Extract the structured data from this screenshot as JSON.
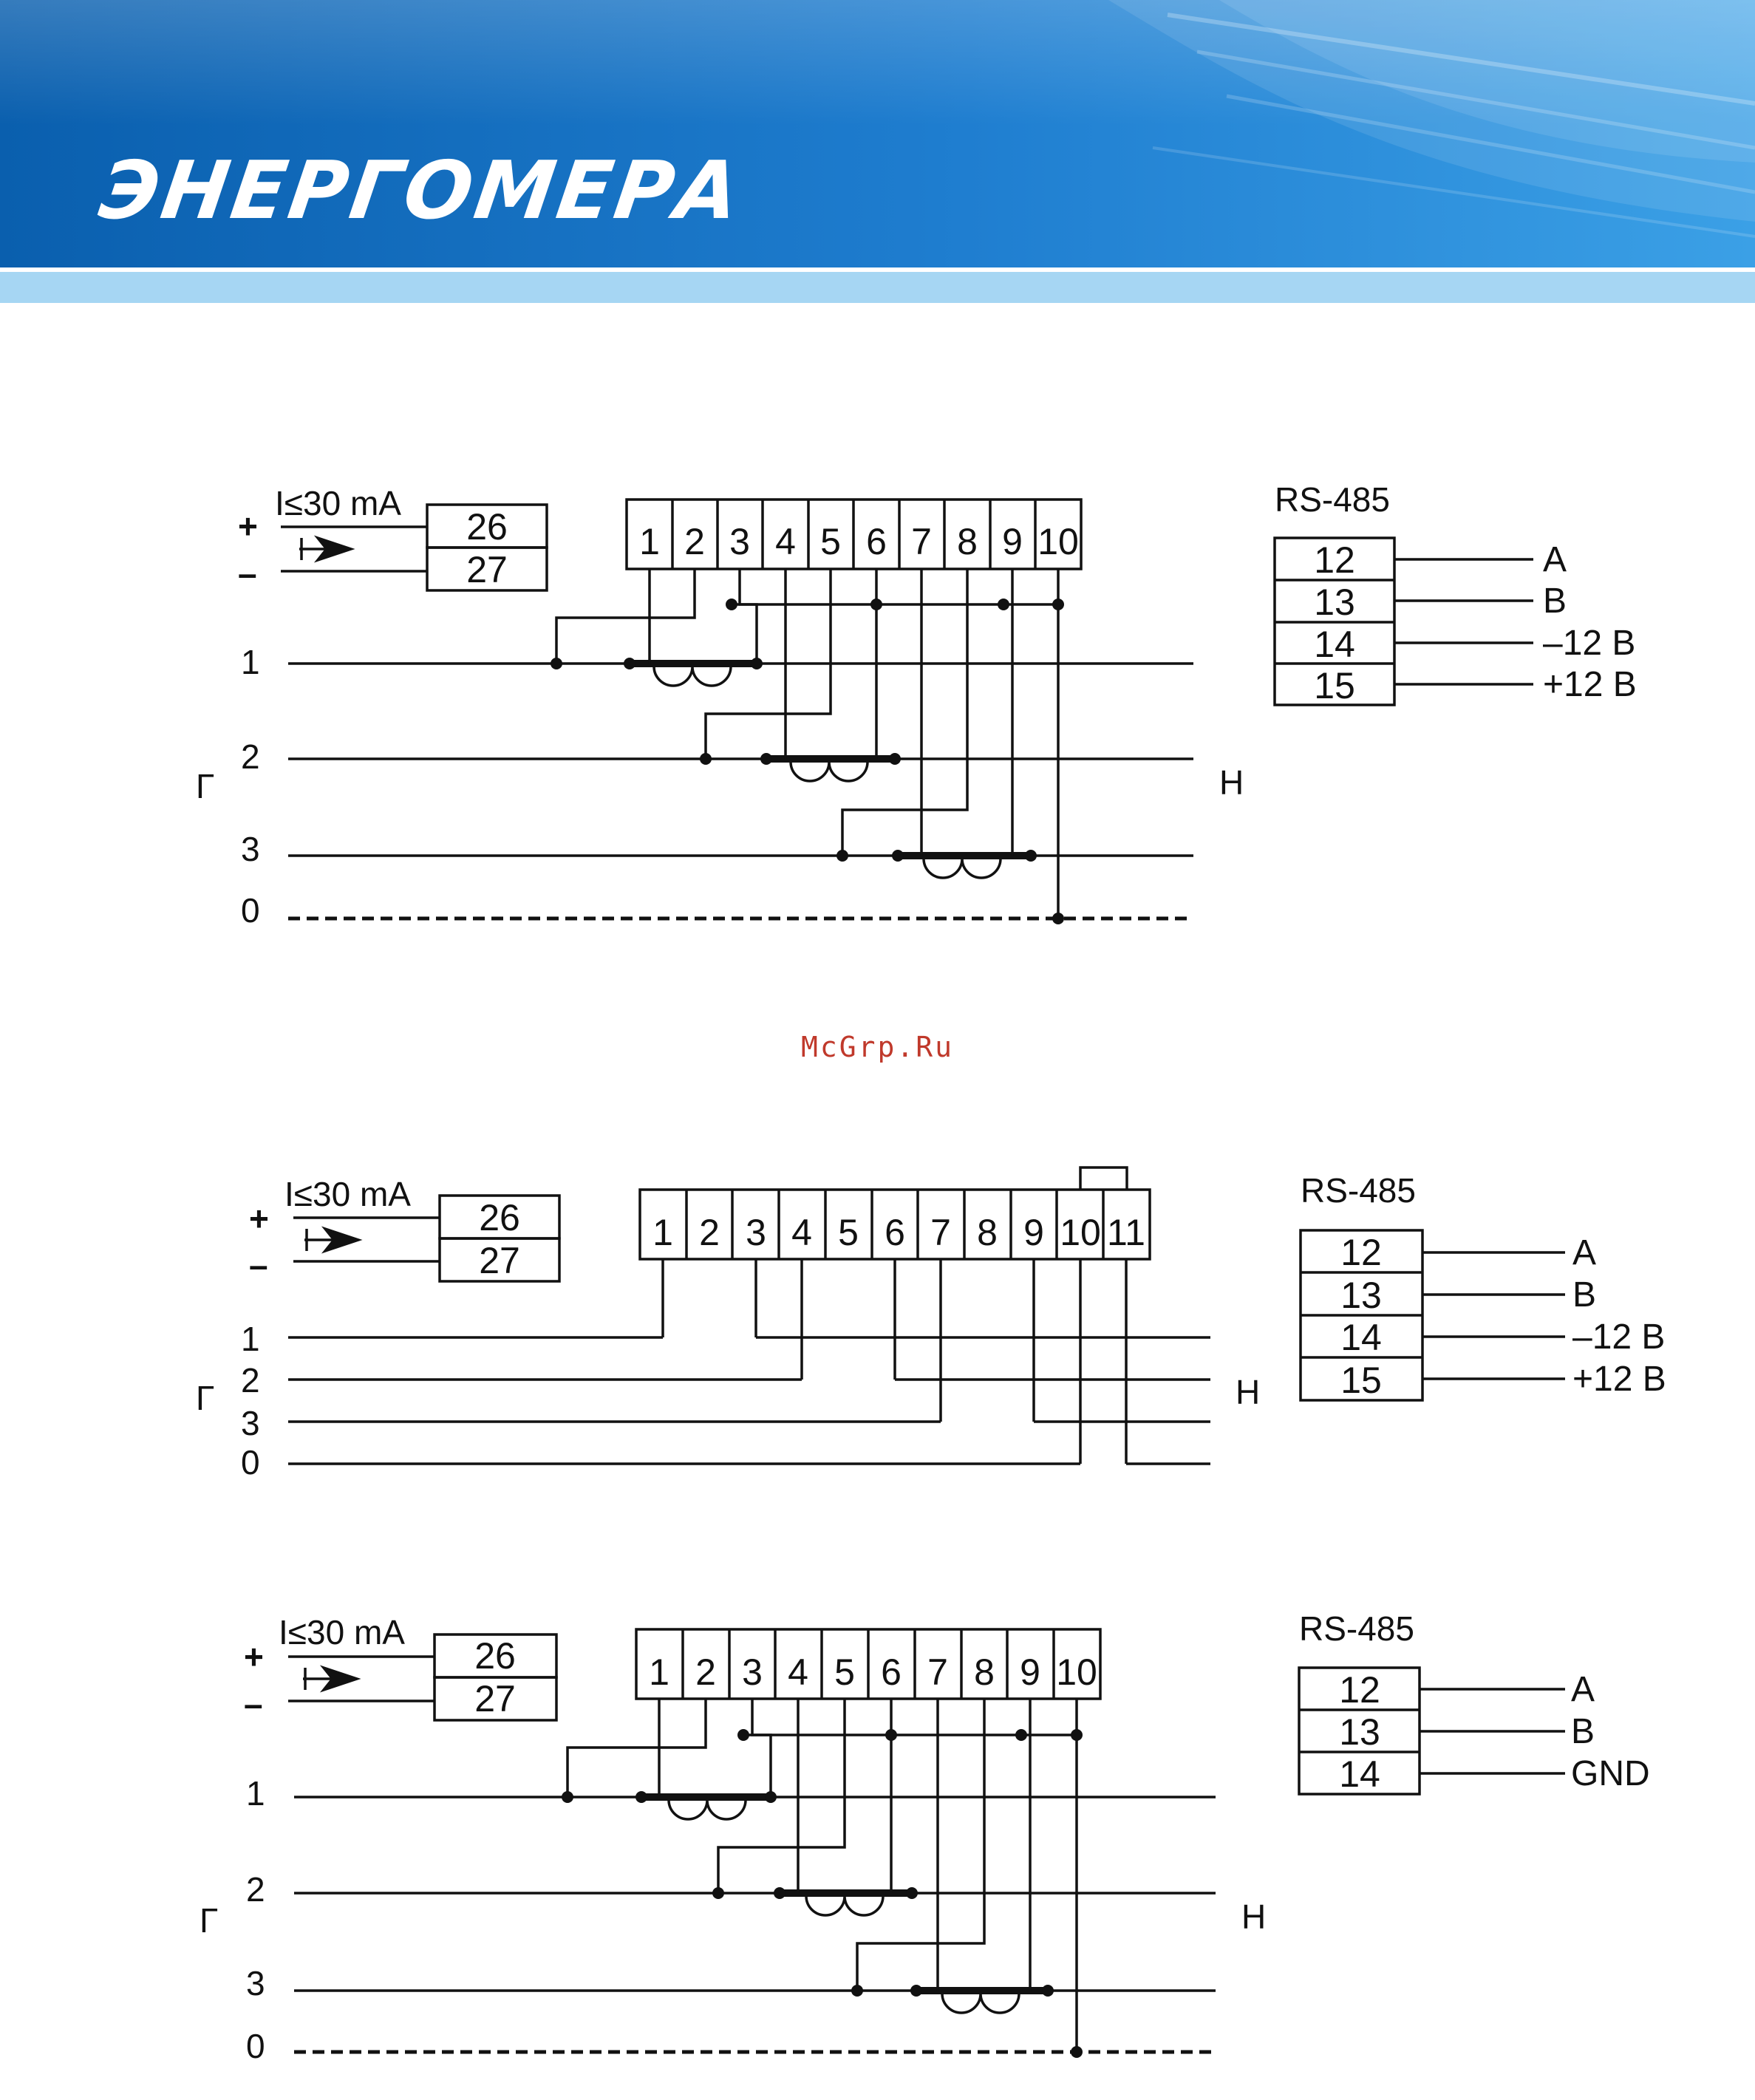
{
  "header": {
    "brand": "ЭНЕРГОМЕРА",
    "colors": {
      "blue_top": "#0a5fae",
      "blue_mid": "#2b8fdc",
      "stripe": "#a6d6f3"
    }
  },
  "watermark": "McGrp.Ru",
  "diagrams": [
    {
      "current_label": "I≤30 mA",
      "plus": "+",
      "minus": "–",
      "pulse_terms": [
        "26",
        "27"
      ],
      "terminals": [
        "1",
        "2",
        "3",
        "4",
        "5",
        "6",
        "7",
        "8",
        "9",
        "10"
      ],
      "lines": [
        "1",
        "2",
        "3",
        "0"
      ],
      "left_label": "Г",
      "right_label": "Н",
      "rs_title": "RS-485",
      "rs_terms": [
        "12",
        "13",
        "14",
        "15"
      ],
      "rs_outputs": [
        "A",
        "B",
        "–12 В",
        "+12 В"
      ]
    },
    {
      "current_label": "I≤30 mA",
      "plus": "+",
      "minus": "–",
      "pulse_terms": [
        "26",
        "27"
      ],
      "terminals": [
        "1",
        "2",
        "3",
        "4",
        "5",
        "6",
        "7",
        "8",
        "9",
        "10",
        "11"
      ],
      "lines": [
        "1",
        "2",
        "3",
        "0"
      ],
      "left_label": "Г",
      "right_label": "Н",
      "rs_title": "RS-485",
      "rs_terms": [
        "12",
        "13",
        "14",
        "15"
      ],
      "rs_outputs": [
        "A",
        "B",
        "–12 В",
        "+12 В"
      ]
    },
    {
      "current_label": "I≤30 mA",
      "plus": "+",
      "minus": "–",
      "pulse_terms": [
        "26",
        "27"
      ],
      "terminals": [
        "1",
        "2",
        "3",
        "4",
        "5",
        "6",
        "7",
        "8",
        "9",
        "10"
      ],
      "lines": [
        "1",
        "2",
        "3",
        "0"
      ],
      "left_label": "Г",
      "right_label": "Н",
      "rs_title": "RS-485",
      "rs_terms": [
        "12",
        "13",
        "14"
      ],
      "rs_outputs": [
        "A",
        "B",
        "GND"
      ]
    }
  ]
}
